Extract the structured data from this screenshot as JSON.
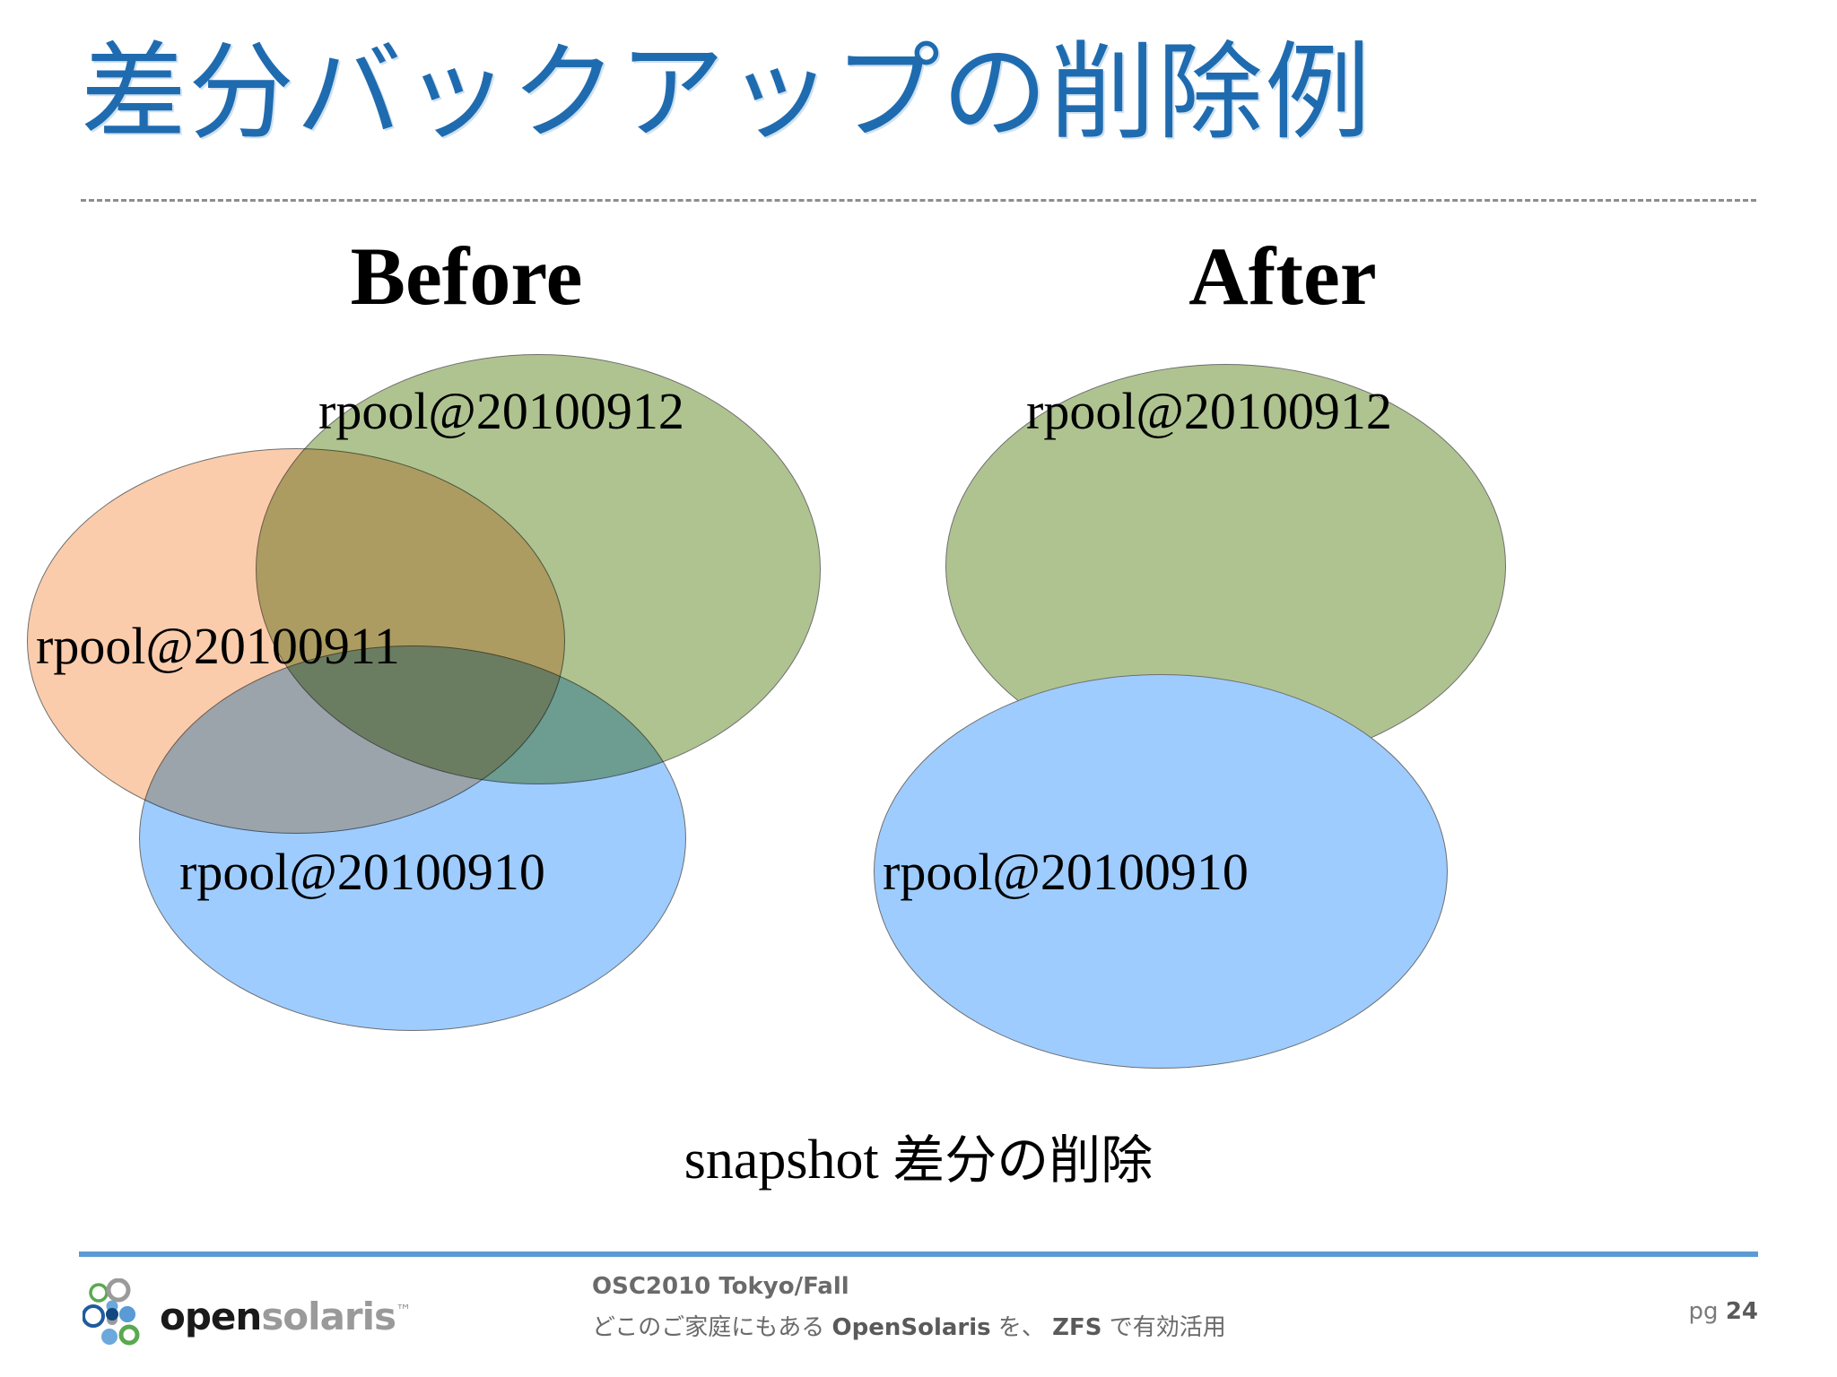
{
  "slide": {
    "title": "差分バックアップの削除例",
    "title_color": "#1F6BB0",
    "caption_latin": "snapshot ",
    "caption_jp": "差分の削除"
  },
  "columns": {
    "before_heading": "Before",
    "after_heading": "After"
  },
  "diagram": {
    "before": {
      "snapshots": [
        {
          "label": "rpool@20100911",
          "color": "#FBCCAB"
        },
        {
          "label": "rpool@20100912",
          "color": "#AFC390"
        },
        {
          "label": "rpool@20100910",
          "color": "#9ECCFF"
        }
      ]
    },
    "after": {
      "snapshots": [
        {
          "label": "rpool@20100912",
          "color": "#AFC390"
        },
        {
          "label": "rpool@20100910",
          "color": "#9ECCFF"
        }
      ]
    }
  },
  "footer": {
    "logo_open": "open",
    "logo_solaris": "solaris",
    "logo_tm": "™",
    "event": "OSC2010 Tokyo/Fall",
    "subtitle_pre": "どこのご家庭にもある ",
    "subtitle_b1": "OpenSolaris",
    "subtitle_mid": " を、 ",
    "subtitle_b2": "ZFS",
    "subtitle_post": " で有効活用",
    "page_label": "pg ",
    "page_value": "24",
    "rule_color": "#5B9BD5"
  }
}
